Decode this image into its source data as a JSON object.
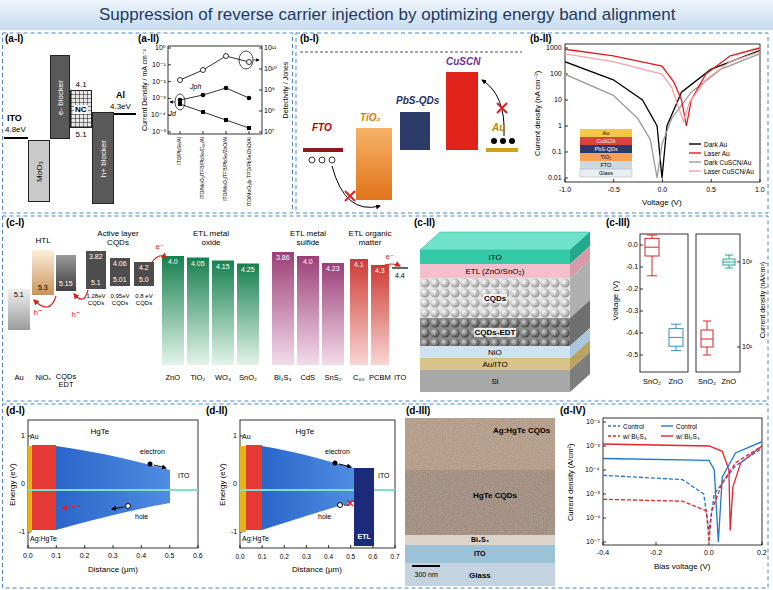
{
  "diagram": {
    "title": "Suppression of reverse carrier injection by optimizing energy band alignment",
    "nodes": [
      {
        "text": [
          "MoO₃"
        ]
      },
      {
        "text": [
          "e- blocker"
        ]
      },
      {
        "text": [
          "NC"
        ]
      },
      {
        "text": [
          "h+ blocker"
        ]
      }
    ],
    "labels": [
      "(a-I)",
      "ITO",
      "4.8eV",
      "4.1",
      "5.1",
      "Al",
      "4.3eV",
      "(a-II)",
      "10⁰",
      "10⁻¹",
      "10⁻²",
      "10⁻³",
      "10⁻⁴",
      "10⁻⁵",
      "Current Density / mA cm⁻²",
      "10¹¹",
      "10¹⁰",
      "10⁹",
      "10⁸",
      "10⁷",
      "Detectivity / Jones",
      "Jph",
      "Jd",
      "ITO/PbSe/Al",
      "ITO/MoO₃/TFB/PbSe/C₆₀/Al",
      "ITO/MoO₃/TFB/PbSe/ZnO/Al",
      "ITO/MoO₃/p-TPD/PbSe/ZnO/Al",
      "(b-I)",
      "FTO",
      "TiO₂",
      "PbS-QDs",
      "CuSCN",
      "Au",
      "(b-II)",
      "1000",
      "100",
      "10",
      "1",
      "0.1",
      "0.01",
      "Current density (nA cm⁻²)",
      "-1.0",
      "-0.5",
      "0.0",
      "0.5",
      "1.0",
      "Voltage (V)",
      "Au",
      "CuSCN",
      "PbS-QDs",
      "TiO₂",
      "FTO",
      "Glass",
      "(c-I)",
      "HTL",
      "Active layer CQDs",
      "ETL metal oxide",
      "ETL metal sulfide",
      "ETL organic matter",
      "5.1",
      "5.3",
      "5.15",
      "3.82",
      "5.1",
      "4.06",
      "5.01",
      "4.2",
      "5.0",
      "1.28eV CQDs",
      "0.95eV CQDs",
      "0.8 eV CQDs",
      "h⁺",
      "h⁺",
      "e⁻",
      "e⁻",
      "4.0",
      "4.05",
      "4.15",
      "4.25",
      "3.86",
      "4.0",
      "4.23",
      "4.1",
      "4.3",
      "4.4",
      "Au",
      "NiOₓ",
      "CQDs EDT",
      "ZnO",
      "TiO₂",
      "WO₃",
      "SnO₂",
      "Bi₂S₃",
      "CdS",
      "SnS₂",
      "C₆₀",
      "PCBM",
      "ITO",
      "(c-II)",
      "ITO",
      "ETL (ZnO/SnO₂)",
      "CQDs",
      "CQDs-EDT",
      "NiO",
      "Au/ITO",
      "Si",
      "(c-III)",
      "0.0",
      "-0.1",
      "-0.2",
      "-0.3",
      "-0.4",
      "-0.5",
      "Voltage (V)",
      "10³",
      "10²",
      "Current density (nA/cm²)",
      "SnO₂",
      "ZnO",
      "SnO₂",
      "ZnO",
      "(d-I)",
      "Energy (eV)",
      "1",
      "0",
      "-1",
      "0.0",
      "0.1",
      "0.2",
      "0.3",
      "0.4",
      "0.5",
      "0.6",
      "Distance (μm)",
      "Au",
      "Ag:HgTe",
      "HgTe",
      "ITO",
      "electron",
      "hole",
      "(d-II)",
      "Energy (eV)",
      "1",
      "0",
      "-1",
      "0.0",
      "0.1",
      "0.2",
      "0.3",
      "0.4",
      "0.5",
      "0.6",
      "0.7",
      "Distance (μm)",
      "Au",
      "Ag:HgTe",
      "HgTe",
      "ITO",
      "ETL",
      "electron",
      "hole",
      "(d-III)",
      "Ag:HgTe CQDs",
      "HgTe CQDs",
      "Bi₂S₃",
      "ITO",
      "Glass",
      "300 nm",
      "(d-IV)",
      "10⁻²",
      "10⁻³",
      "10⁻⁴",
      "10⁻⁵",
      "10⁻⁶",
      "10⁻⁷",
      "Current density (A/cm²)",
      "-0.4",
      "-0.2",
      "0.0",
      "0.2",
      "Bias voltage (V)"
    ],
    "legend": [
      {
        "text": "Dark Au"
      },
      {
        "text": "Laser Au"
      },
      {
        "text": "Dark CuSCN/Au"
      },
      {
        "text": "Laser CuSCN/Au"
      },
      {
        "text": "Control"
      },
      {
        "text": "w/ Bi₂S₃"
      },
      {
        "text": "Control"
      },
      {
        "text": "w/ Bi₂S₃"
      }
    ]
  }
}
